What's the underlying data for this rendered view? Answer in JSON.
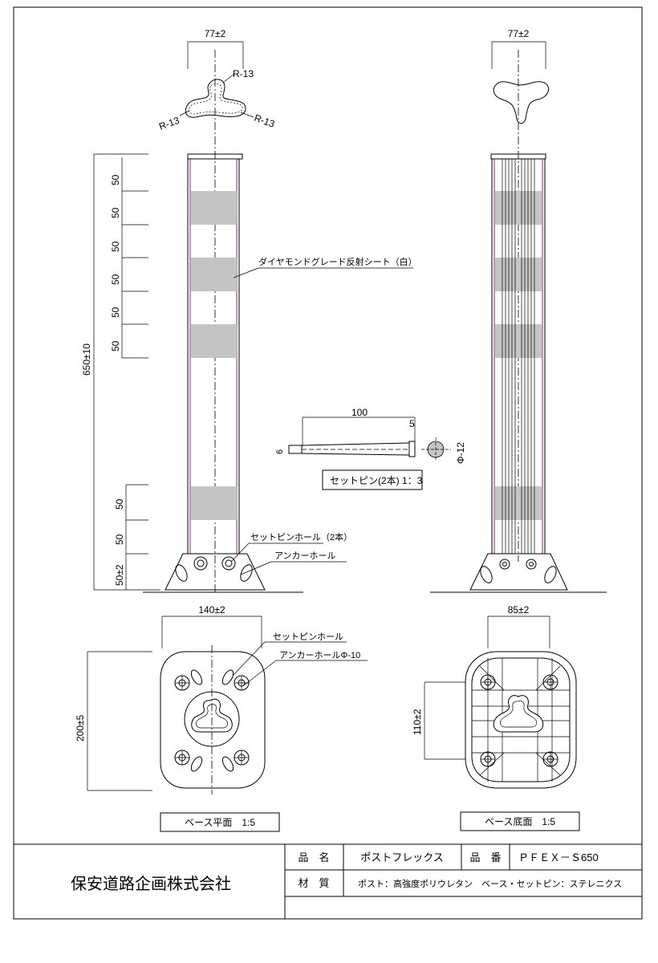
{
  "drawing": {
    "front": {
      "width_dim": "77±2",
      "radius_top": "R-13",
      "radius_left": "R-13",
      "radius_right": "R-13",
      "height_dim": "650±10",
      "segment_dims": [
        "50",
        "50",
        "50",
        "50",
        "50",
        "50"
      ],
      "lower_dims": [
        "50",
        "50"
      ],
      "base_dim": "50±2",
      "sheet_label": "ダイヤモンドグレード反射シート（白）",
      "pin_hole_label": "セットピンホール（2本）",
      "anchor_hole_label": "アンカーホール"
    },
    "side": {
      "width_dim": "77±2"
    },
    "pin": {
      "length_dim": "100",
      "head_dim": "5",
      "shaft_dim": "6",
      "dia_dim": "Φ-12",
      "caption": "セットピン(2本) 1：3"
    },
    "base_plan": {
      "width_dim": "140±2",
      "height_dim": "200±5",
      "pin_hole_label": "セットピンホール",
      "anchor_label": "アンカーホールΦ-10",
      "caption": "ベース平面　1:5"
    },
    "base_bottom": {
      "width_dim": "85±2",
      "height_dim": "110±2",
      "caption": "ベース底面　1:5"
    }
  },
  "title_block": {
    "company": "保安道路企画株式会社",
    "name_label": "品　名",
    "name_value": "ポストフレックス",
    "number_label": "品　番",
    "number_value": "ＰＦＥＸ－Ｓ650",
    "material_label": "材　質",
    "material_value": "ポスト：高強度ポリウレタン　ベース・セットピン：ステレニクス"
  },
  "colors": {
    "line": "#000000",
    "band": "#c4c4c4",
    "edge": "#7a2a7a"
  }
}
